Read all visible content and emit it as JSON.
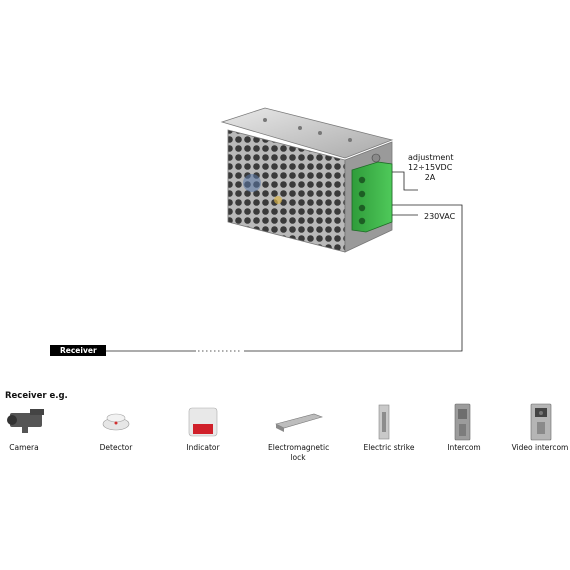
{
  "annotations": {
    "adjustment_line1": "adjustment",
    "adjustment_line2": "12÷15VDC",
    "adjustment_line3": "2A",
    "input": "230VAC"
  },
  "receiver_box": "Receiver",
  "receiver_section_title": "Receiver e.g.",
  "devices": [
    {
      "label": "Camera",
      "icon": "camera-icon"
    },
    {
      "label": "Detector",
      "icon": "detector-icon"
    },
    {
      "label": "Indicator",
      "icon": "indicator-icon"
    },
    {
      "label": "Electromagnetic lock",
      "icon": "electromagnetic-lock-icon"
    },
    {
      "label": "Electric strike",
      "icon": "electric-strike-icon"
    },
    {
      "label": "Intercom",
      "icon": "intercom-icon"
    },
    {
      "label": "Video intercom",
      "icon": "video-intercom-icon"
    }
  ],
  "colors": {
    "terminal_green": "#3cb043",
    "housing_silver": "#c8c8c8",
    "indicator_red": "#d0202a"
  }
}
